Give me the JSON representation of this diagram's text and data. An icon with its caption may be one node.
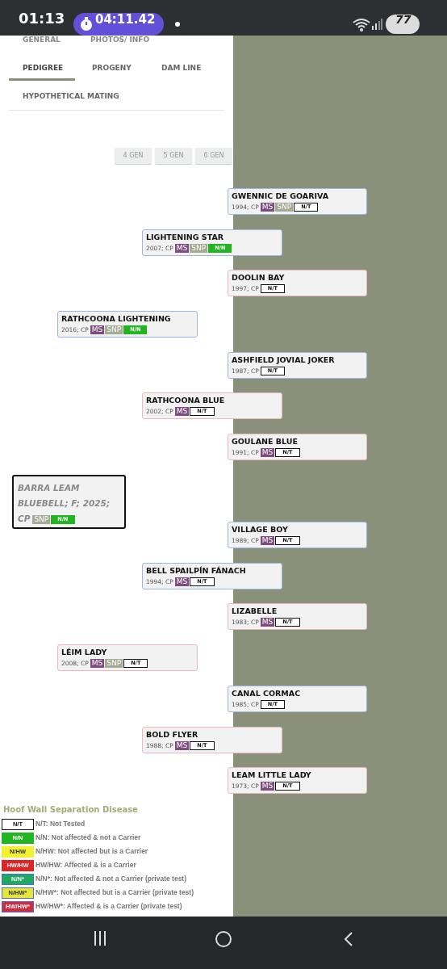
{
  "diagram": {
    "nodes": [
      {
        "text": [
          "GWENNIC DE GOARIVA",
          "1994; CP",
          "MS",
          "SNP",
          "N/T"
        ]
      },
      {
        "text": [
          "LIGHTENING STAR",
          "2007; CP",
          "MS",
          "SNP",
          "N/N"
        ]
      },
      {
        "text": [
          "DOOLIN BAY",
          "1997; CP",
          "N/T"
        ]
      },
      {
        "text": [
          "RATHCOONA LIGHTENING",
          "2016; CP",
          "MS",
          "SNP",
          "N/N"
        ]
      },
      {
        "text": [
          "ASHFIELD JOVIAL JOKER",
          "1987; CP",
          "N/T"
        ]
      },
      {
        "text": [
          "RATHCOONA BLUE",
          "2002; CP",
          "MS",
          "N/T"
        ]
      },
      {
        "text": [
          "GOULANE BLUE",
          "1991; CP",
          "MS",
          "N/T"
        ]
      },
      {
        "text": [
          "BARRA LEAM BLUEBELL; F; 2025; CP",
          "SNP",
          "N/N"
        ]
      },
      {
        "text": [
          "VILLAGE BOY",
          "1989; CP",
          "MS",
          "N/T"
        ]
      },
      {
        "text": [
          "BELL SPAILPÍN FÁNACH",
          "1994; CP",
          "MS",
          "N/T"
        ]
      },
      {
        "text": [
          "LIZABELLE",
          "1983; CP",
          "MS",
          "N/T"
        ]
      },
      {
        "text": [
          "LÉIM LADY",
          "2008; CP",
          "MS",
          "SNP",
          "N/T"
        ]
      },
      {
        "text": [
          "CANAL CORMAC",
          "1985; CP",
          "N/T"
        ]
      },
      {
        "text": [
          "BOLD FLYER",
          "1988; CP",
          "MS",
          "N/T"
        ]
      },
      {
        "text": [
          "LEAM LITTLE LADY",
          "1973; CP",
          "MS",
          "N/T"
        ]
      }
    ],
    "labels": [
      "01:13",
      "04:11.42",
      "77",
      "GENERAL",
      "PHOTOS/ INFO",
      "PEDIGREE",
      "PROGENY",
      "DAM LINE",
      "HYPOTHETICAL MATING",
      "4 GEN",
      "5 GEN",
      "6 GEN",
      "Hoof Wall Separation Disease",
      "N/T",
      "N/N",
      "N/HW",
      "HW/HW",
      "N/N*",
      "N/HW*",
      "HW/HW*"
    ],
    "legend": [
      {
        "text": "N/T: Not Tested",
        "color": "#ffffff"
      },
      {
        "text": "N/N: Not affected & not a Carrier",
        "color": "#22b522"
      },
      {
        "text": "N/HW: Not affected but is a Carrier",
        "color": "#f2f230"
      },
      {
        "text": "HW/HW: Affected & is a Carrier",
        "color": "#e02424"
      },
      {
        "text": "N/N*: Not affected & not a Carrier (private test)",
        "color": "#1faa60"
      },
      {
        "text": "N/HW*: Not affected but is a Carrier (private test)",
        "color": "#e6e63a"
      },
      {
        "text": "HW/HW*: Affected & is a Carrier (private test)",
        "color": "#d42a3c"
      }
    ]
  }
}
